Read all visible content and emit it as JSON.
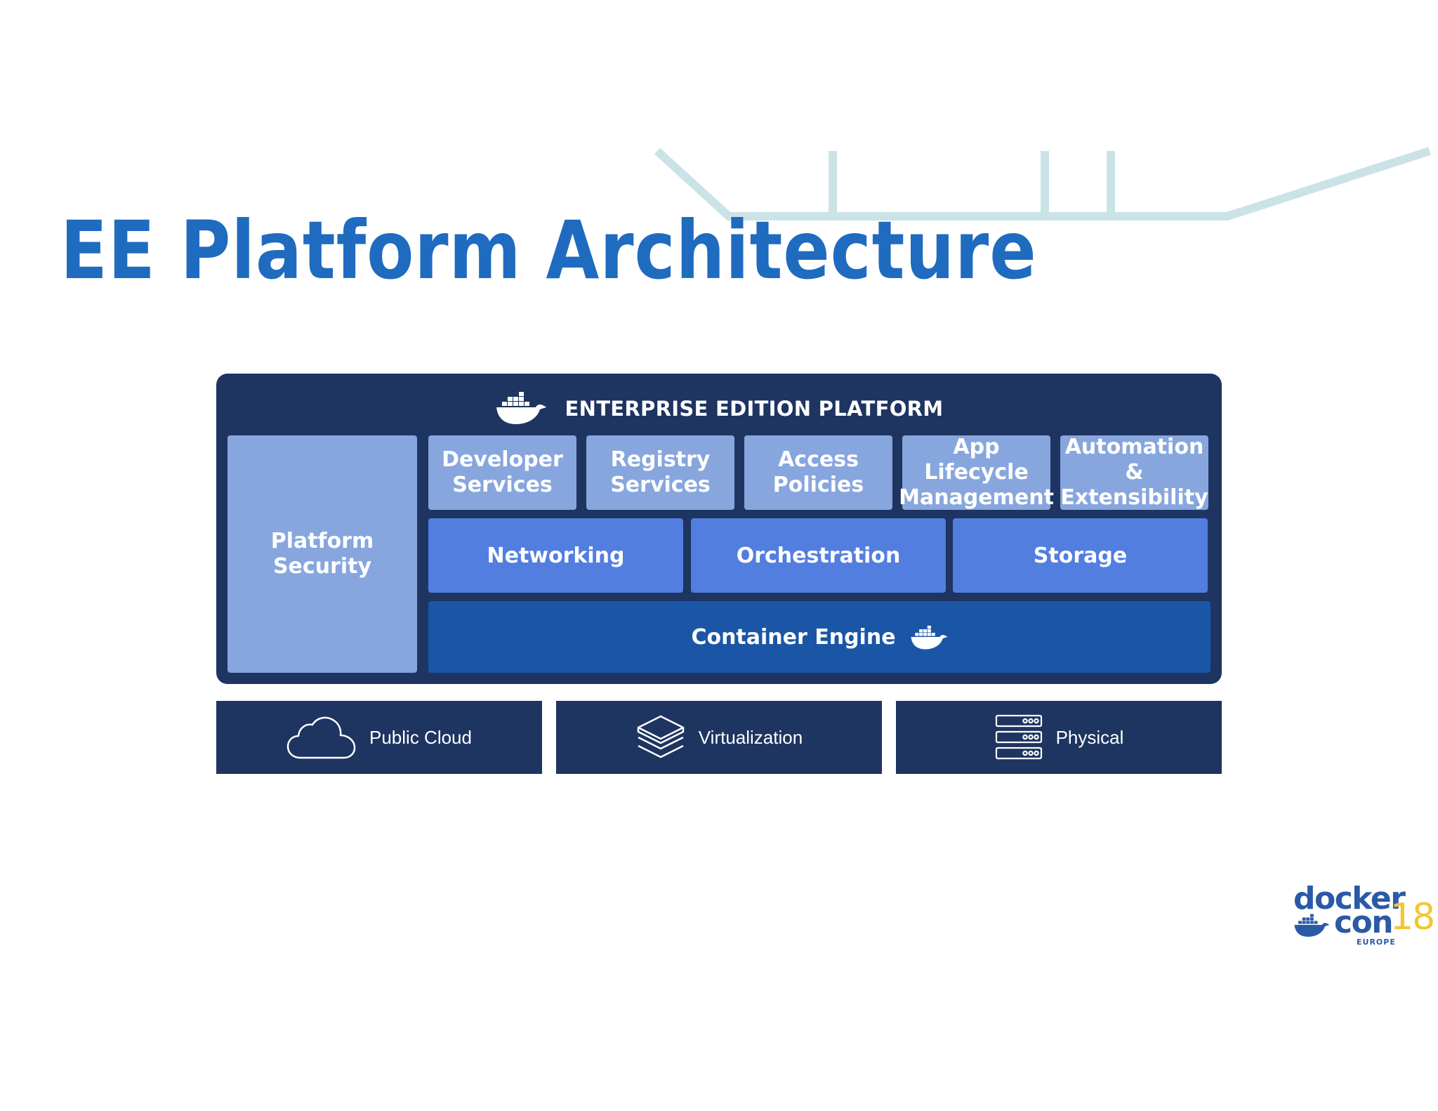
{
  "slide": {
    "title": "EE Platform Architecture"
  },
  "platform": {
    "header_label": "ENTERPRISE EDITION PLATFORM",
    "security_label": "Platform\nSecurity",
    "services": [
      {
        "label": "Developer\nServices"
      },
      {
        "label": "Registry\nServices"
      },
      {
        "label": "Access\nPolicies"
      },
      {
        "label": "App Lifecycle\nManagement"
      },
      {
        "label": "Automation &\nExtensibility"
      }
    ],
    "mid_layer": [
      {
        "label": "Networking"
      },
      {
        "label": "Orchestration"
      },
      {
        "label": "Storage"
      }
    ],
    "engine_label": "Container Engine"
  },
  "infrastructure": [
    {
      "label": "Public Cloud",
      "icon": "cloud-icon"
    },
    {
      "label": "Virtualization",
      "icon": "layers-icon"
    },
    {
      "label": "Physical",
      "icon": "server-rack-icon"
    }
  ],
  "logo": {
    "word_1": "docker",
    "word_2": "con",
    "year": "18",
    "region": "EUROPE"
  },
  "colors": {
    "title": "#1f6bbf",
    "platform_bg": "#1e3461",
    "security_bg": "#87a6de",
    "services_bg": "#87a6de",
    "mid_bg": "#527ee0",
    "engine_bg": "#1b56a6",
    "infra_bg": "#1e3461",
    "deco_line": "#cbe3e6",
    "logo_blue": "#2a5aa5",
    "logo_yellow": "#f3c630"
  }
}
